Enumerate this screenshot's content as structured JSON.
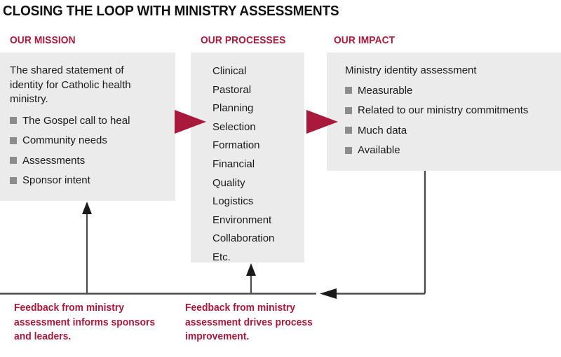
{
  "title": "CLOSING THE LOOP WITH MINISTRY ASSESSMENTS",
  "colors": {
    "accent_red": "#A8193B",
    "arrow_red": "#A8193B",
    "panel_gray": "#ebebeb",
    "bullet_gray": "#8c8c8c",
    "line_gray": "#4d4d4d",
    "text_black": "#1a1a1a"
  },
  "columns": {
    "mission": {
      "heading": "OUR MISSION",
      "intro": "The shared statement of identity for Catholic health ministry.",
      "bullets": [
        "The Gospel call to heal",
        "Community needs",
        "Assessments",
        "Sponsor intent"
      ]
    },
    "processes": {
      "heading": "OUR PROCESSES",
      "items": [
        "Clinical",
        "Pastoral",
        "Planning",
        "Selection",
        "Formation",
        "Financial",
        "Quality",
        "Logistics",
        "Environment",
        "Collaboration",
        "Etc."
      ]
    },
    "impact": {
      "heading": "OUR IMPACT",
      "intro": "Ministry identity assessment",
      "bullets": [
        "Measurable",
        "Related to our ministry commitments",
        "Much data",
        "Available"
      ]
    }
  },
  "captions": {
    "left": "Feedback from ministry assessment informs sponsors and leaders.",
    "right": "Feedback from ministry assessment drives process improvement."
  },
  "connectors": {
    "mission_to_processes": "red-triangle-right-icon",
    "processes_to_impact": "red-triangle-right-icon",
    "feedback_to_mission": "up-arrow-icon",
    "feedback_to_processes": "up-arrow-icon",
    "impact_feedback_return": "left-arrow-icon"
  }
}
